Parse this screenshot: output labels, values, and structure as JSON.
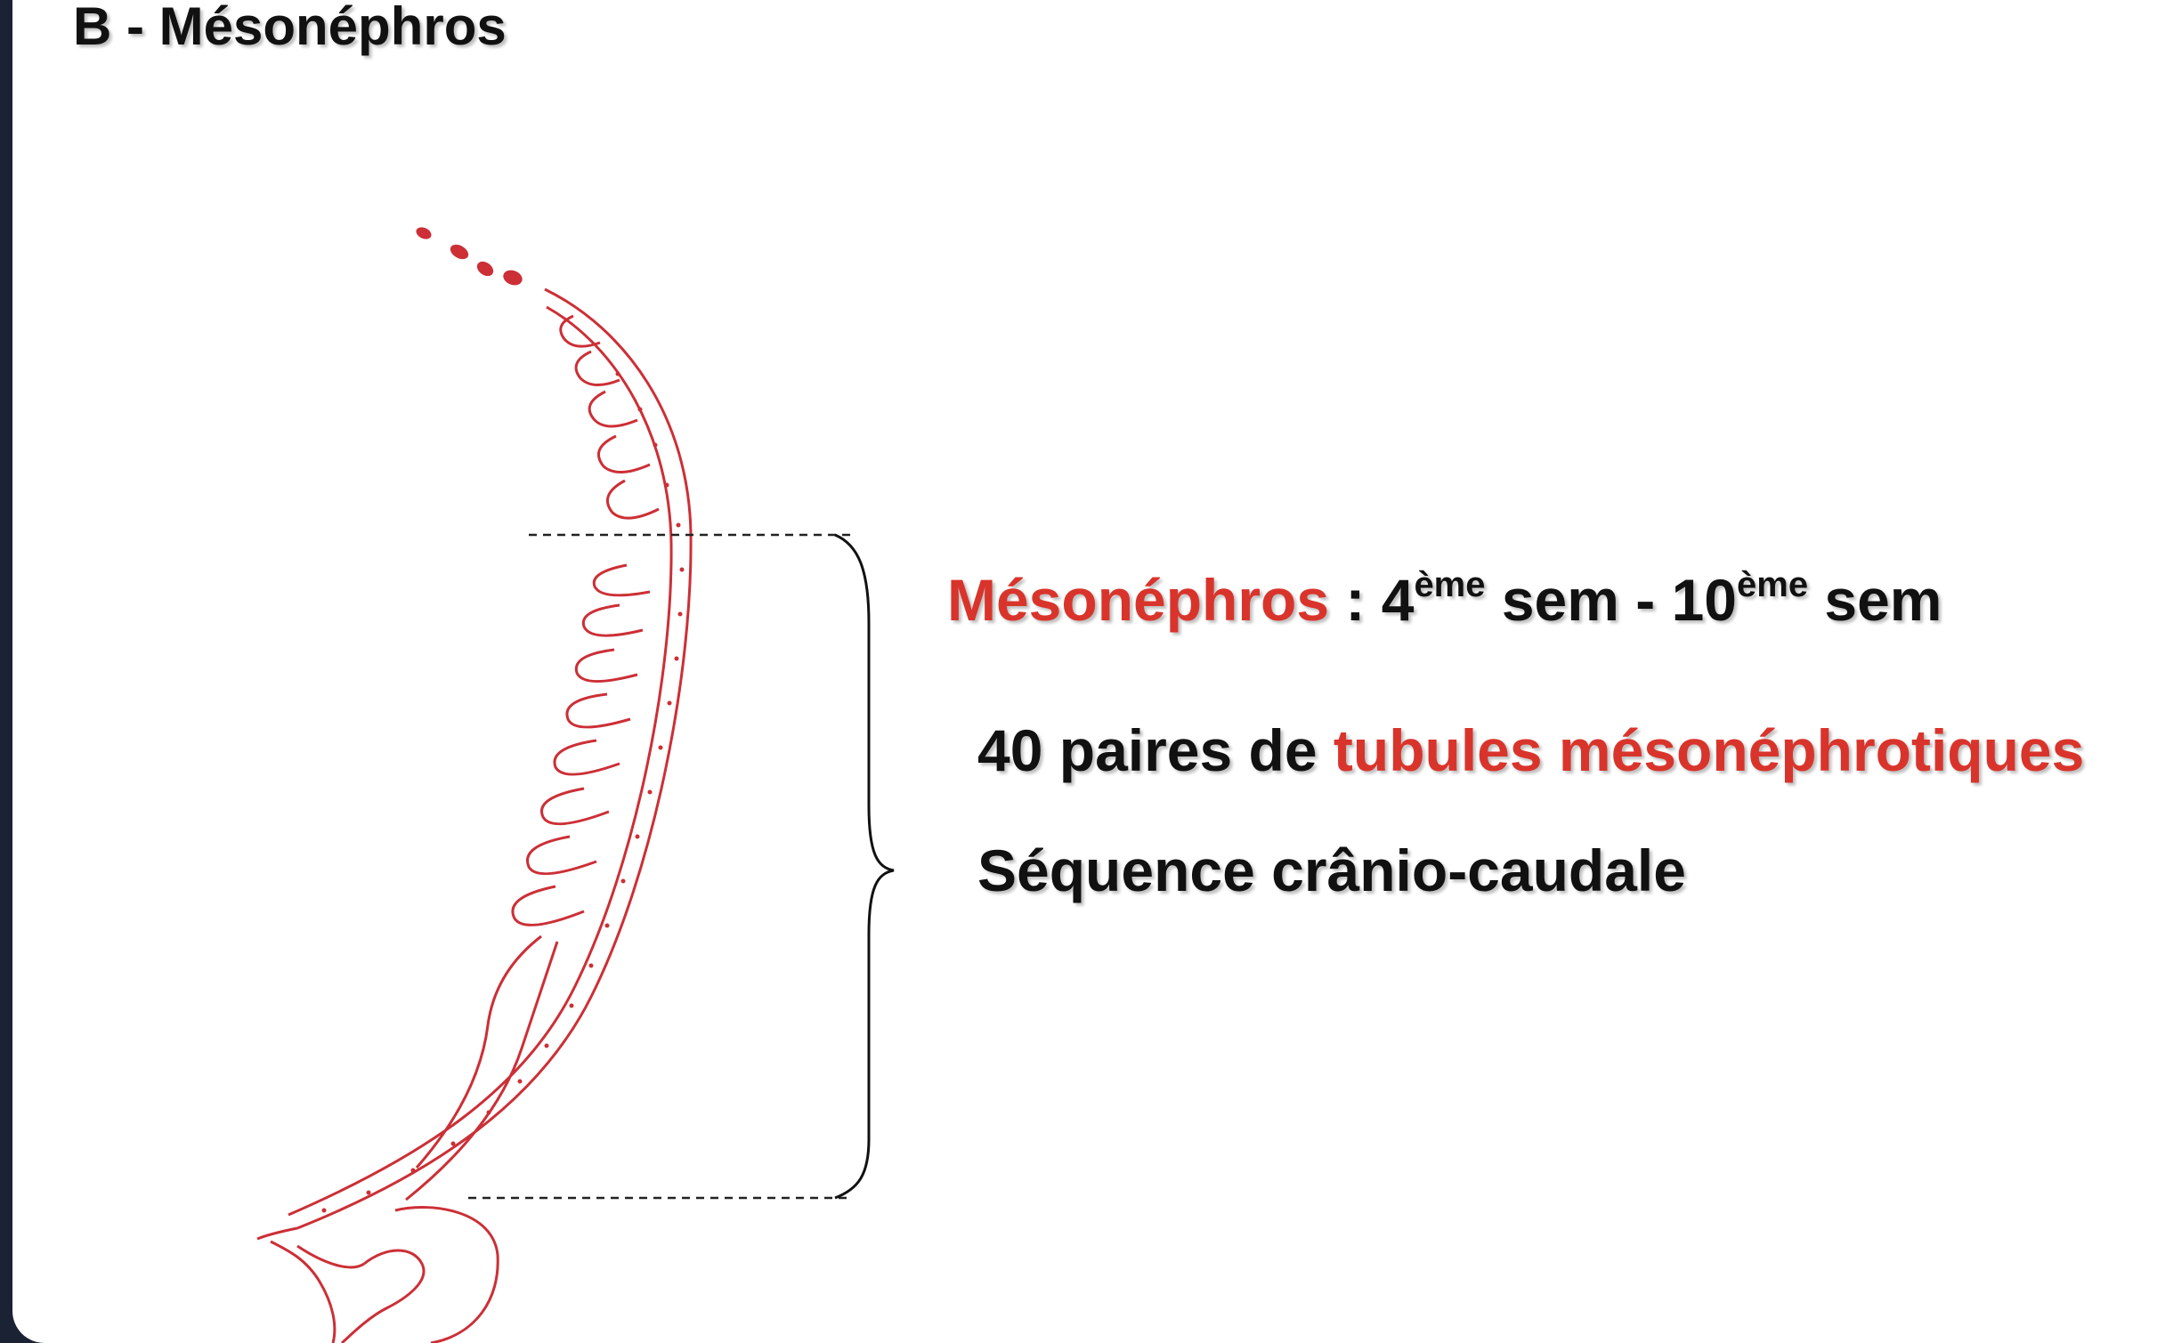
{
  "slide": {
    "title": "B - Mésonéphros"
  },
  "content": {
    "stage_term": "Mésonéphros",
    "stage_sep": " : 4",
    "ordinal_sup_1": "ème",
    "stage_mid": " sem - 10",
    "ordinal_sup_2": "ème",
    "stage_end": " sem",
    "pairs_prefix": "40 paires de ",
    "pairs_term": "tubules mésonéphrotiques",
    "sequence": "Séquence crânio-caudale"
  },
  "colors": {
    "accent_red": "#d9342b",
    "diagram_red": "#cc2f36",
    "text": "#111111",
    "frame": "#1b2233"
  }
}
